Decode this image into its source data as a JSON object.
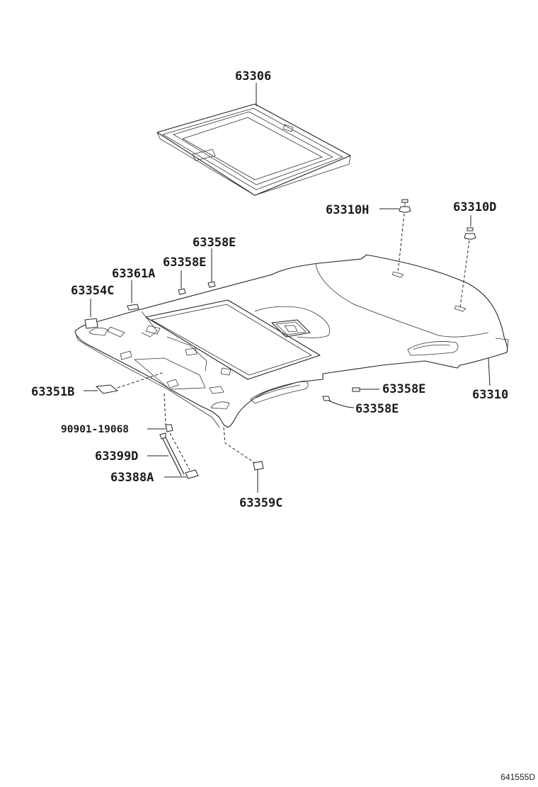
{
  "diagram": {
    "parts": [
      {
        "id": "p63306",
        "label": "63306"
      },
      {
        "id": "p63310H",
        "label": "63310H"
      },
      {
        "id": "p63310D",
        "label": "63310D"
      },
      {
        "id": "p63358E_a",
        "label": "63358E"
      },
      {
        "id": "p63358E_b",
        "label": "63358E"
      },
      {
        "id": "p63361A",
        "label": "63361A"
      },
      {
        "id": "p63354C",
        "label": "63354C"
      },
      {
        "id": "p63351B",
        "label": "63351B"
      },
      {
        "id": "p63358E_c",
        "label": "63358E"
      },
      {
        "id": "p63310",
        "label": "63310"
      },
      {
        "id": "p63358E_d",
        "label": "63358E"
      },
      {
        "id": "p90901",
        "label": "90901-19068"
      },
      {
        "id": "p63399D",
        "label": "63399D"
      },
      {
        "id": "p63388A",
        "label": "63388A"
      },
      {
        "id": "p63359C",
        "label": "63359C"
      }
    ],
    "reference_code": "641555D"
  }
}
